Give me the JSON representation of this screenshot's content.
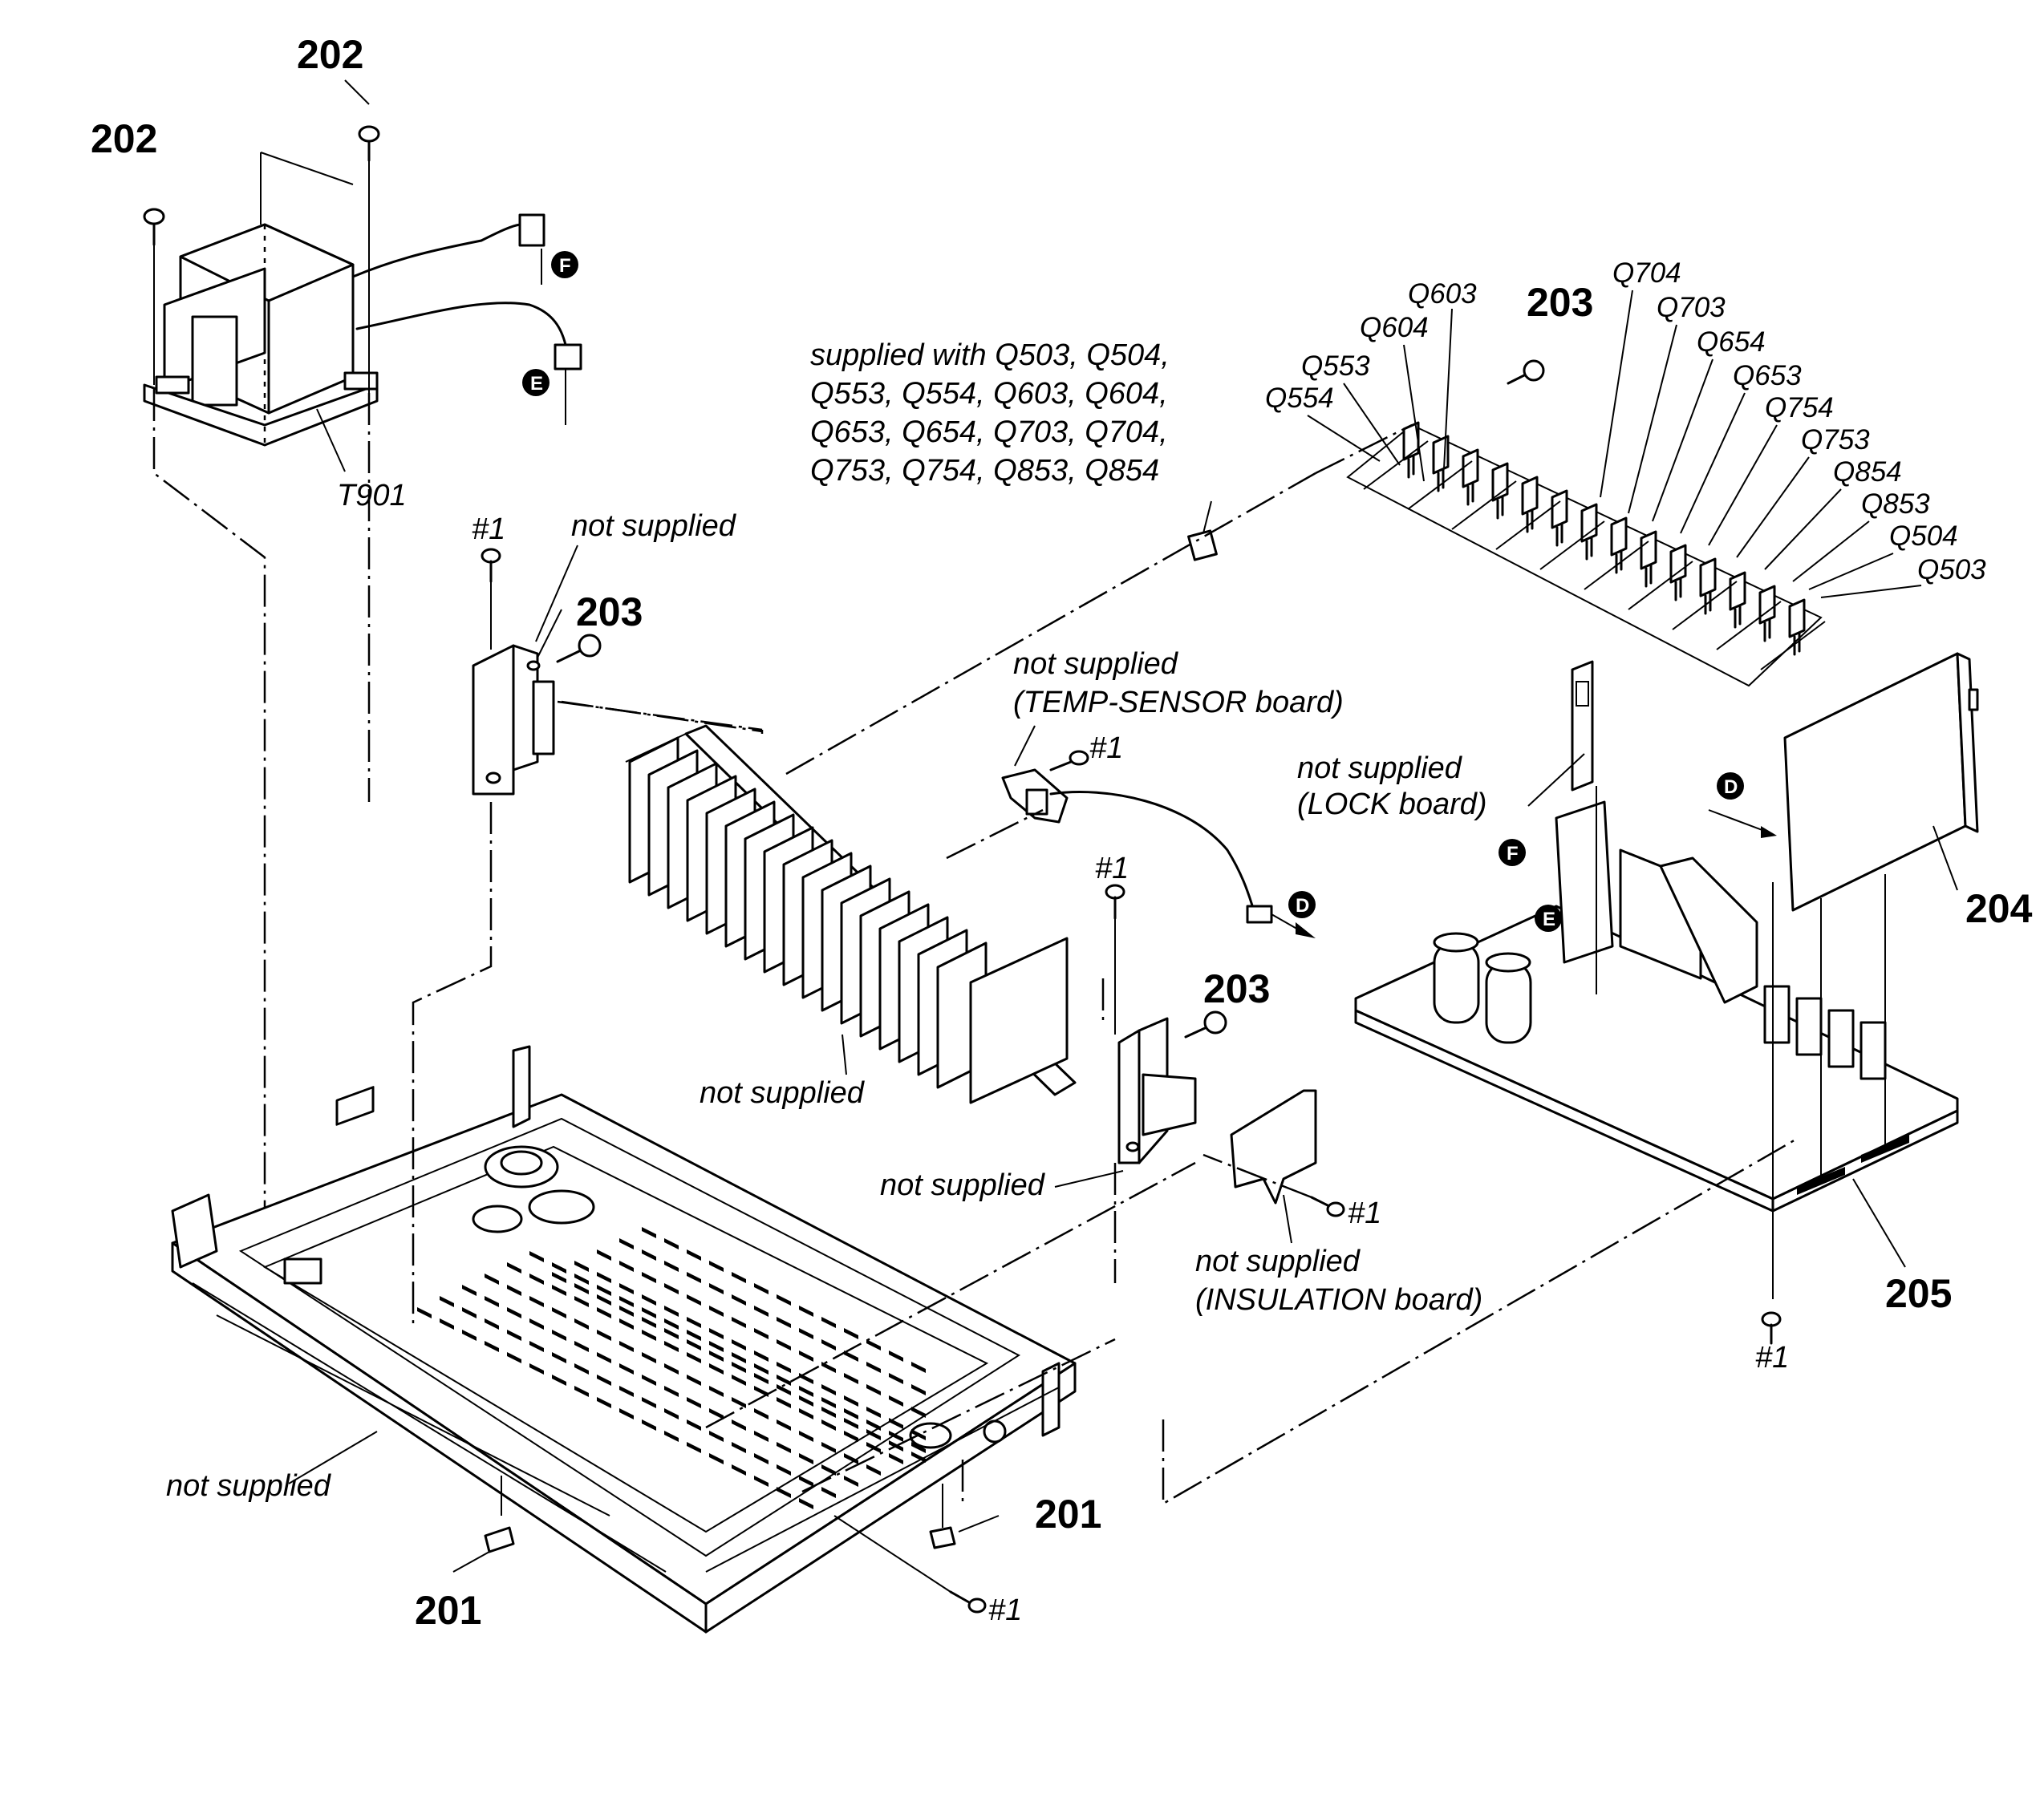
{
  "part_numbers": {
    "p202a": "202",
    "p202b": "202",
    "p203a": "203",
    "p203b": "203",
    "p203c": "203",
    "p204": "204",
    "p205": "205",
    "p201a": "201",
    "p201b": "201"
  },
  "labels": {
    "t901": "T901",
    "screw1_a": "#1",
    "screw1_b": "#1",
    "screw1_c": "#1",
    "screw1_d": "#1",
    "screw1_e": "#1",
    "screw1_f": "#1",
    "not_supplied_bracket": "not supplied",
    "not_supplied_heatsink": "not supplied",
    "not_supplied_bracket2": "not supplied",
    "not_supplied_chassis": "not supplied",
    "temp_sensor_1": "not supplied",
    "temp_sensor_2": "(TEMP-SENSOR board)",
    "lock_1": "not supplied",
    "lock_2": "(LOCK board)",
    "insulation_1": "not supplied",
    "insulation_2": "(INSULATION board)",
    "supplied_with": [
      "supplied with Q503, Q504,",
      "Q553, Q554, Q603, Q604,",
      "Q653, Q654, Q703, Q704,",
      "Q753, Q754, Q853, Q854"
    ]
  },
  "transistors": [
    "Q704",
    "Q603",
    "Q703",
    "Q604",
    "Q654",
    "Q553",
    "Q653",
    "Q554",
    "Q754",
    "Q753",
    "Q854",
    "Q853",
    "Q504",
    "Q503"
  ],
  "connectors": {
    "f_top": "F",
    "e_top": "E",
    "d_mid": "D",
    "d_board": "D",
    "f_board": "F",
    "e_board": "E"
  }
}
